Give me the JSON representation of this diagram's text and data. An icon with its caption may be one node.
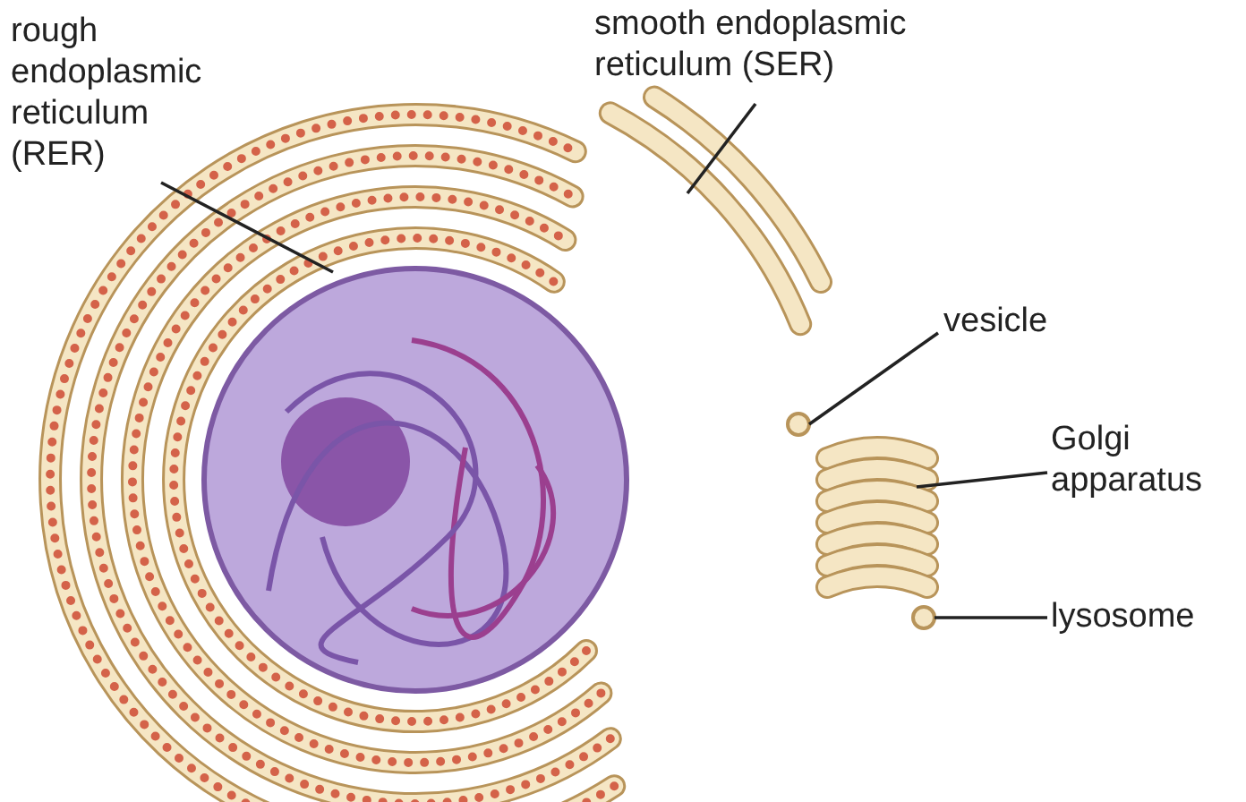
{
  "diagram": {
    "nodes": [
      {
        "text": [
          "rough endoplasmic reticulum (RER)"
        ]
      },
      {
        "text": [],
        "shape": "picture"
      },
      {
        "text": [
          "smooth endoplasmic reticulum (SER)"
        ]
      },
      {
        "text": [],
        "shape": "picture"
      },
      {
        "text": [
          "vesicle"
        ]
      },
      {
        "text": [],
        "shape": "circle"
      },
      {
        "text": [
          "Golgi apparatus"
        ]
      },
      {
        "text": [],
        "shape": "picture"
      },
      {
        "text": [
          "lysosome"
        ]
      },
      {
        "text": [],
        "shape": "circle"
      }
    ],
    "edges": [
      {
        "from": 0,
        "to": 1,
        "arrow": "none"
      },
      {
        "from": 2,
        "to": 3,
        "arrow": "none"
      },
      {
        "from": 4,
        "to": 5,
        "arrow": "none"
      },
      {
        "from": 6,
        "to": 7,
        "arrow": "none"
      },
      {
        "from": 8,
        "to": 9,
        "arrow": "none"
      }
    ]
  }
}
